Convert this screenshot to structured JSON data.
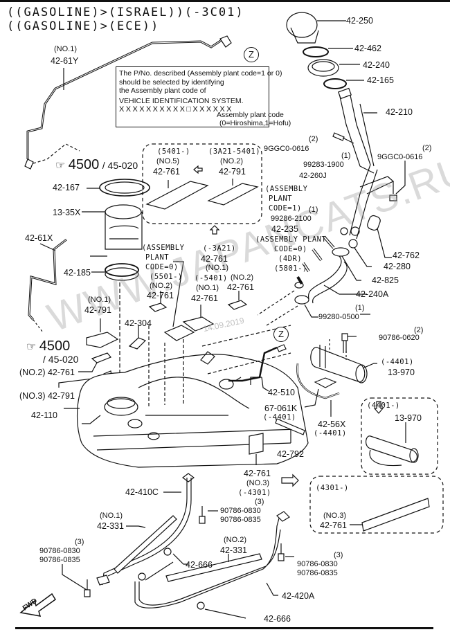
{
  "header": {
    "title_line1": "((GASOLINE)>(ISRAEL))(-3C01)",
    "title_line2": "((GASOLINE)>(ECE))"
  },
  "note": {
    "line1": "The P/No. described (Assembly plant code=1 or 0)",
    "line2": "should be selected by identifying",
    "line3": "the Assembly plant code of",
    "line4": "VEHICLE IDENTIFICATION SYSTEM.",
    "vin_pattern": "XXXXXXXXXX□XXXXXX",
    "sub1": "Assembly plant code",
    "sub2": "(0=Hiroshima,1=Hofu)"
  },
  "refs": {
    "ref1_big": "4500",
    "ref1_small": "/ 45-020",
    "ref2_big": "4500",
    "ref2_small": "/ 45-020",
    "z_top": "Z",
    "z_mid": "Z",
    "fwd": "FWD"
  },
  "watermark": {
    "text": "WWW.JAPANCATS.RU",
    "date": "14.09.2019"
  },
  "labels": {
    "p42_250": "42-250",
    "p42_462": "42-462",
    "p42_240": "42-240",
    "p42_165": "42-165",
    "p42_210": "42-210",
    "p42_61y_no": "(NO.1)",
    "p42_61y": "42-61Y",
    "p9ggc_l_qty": "(2)",
    "p9ggc_l": "9GGC0-0616",
    "p9ggc_r_qty": "(2)",
    "p9ggc_r": "9GGC0-0616",
    "p99283_qty": "(1)",
    "p99283": "99283-1900",
    "p42_260j": "42-260J",
    "box_a_code": "(5401-)",
    "box_a_no": "(NO.5)",
    "box_a_part": "42-761",
    "box_b_code": "(3A21-5401)",
    "box_b_no": "(NO.2)",
    "box_b_part": "42-791",
    "asm1_a": "(ASSEMBLY",
    "asm1_b": "PLANT",
    "asm1_c": "CODE=1)",
    "p99286_qty": "(1)",
    "p99286": "99286-2100",
    "p42_235": "42-235",
    "asm0r_a": "(ASSEMBLY PLANT",
    "asm0r_b": "CODE=0)",
    "asm0r_c": "(4DR)",
    "asm0r_d": "(5801-)",
    "p42_762": "42-762",
    "p42_280": "42-280",
    "p42_825": "42-825",
    "p42_240a": "42-240A",
    "p99280_qty": "(1)",
    "p99280": "99280-0500",
    "p42_167": "42-167",
    "p13_35x": "13-35X",
    "p42_61x": "42-61X",
    "p42_185": "42-185",
    "asm0l_a": "(ASSEMBLY",
    "asm0l_b": "PLANT",
    "asm0l_c": "CODE=0)",
    "asm0l_d": "(5501-)",
    "asm0l_no": "(NO.2)",
    "asm0l_part": "42-761",
    "c3a21_code": "(-3A21)",
    "c3a21_part": "42-761",
    "c3a21_no": "(NO.1)",
    "c5401_code": "(-5401)",
    "c5401_no": "(NO.1)",
    "c5401_part": "42-761",
    "cno2_no": "(NO.2)",
    "cno2_part": "42-761",
    "p42_791_no": "(NO.1)",
    "p42_791": "42-791",
    "p42_304": "42-304",
    "p42_761_no2": "(NO.2) 42-761",
    "p42_791_no3": "(NO.3) 42-791",
    "p42_110": "42-110",
    "p90786_0620_qty": "(2)",
    "p90786_0620": "90786-0620",
    "p13_970_code": "(-4401)",
    "p13_970": "13-970",
    "p42_510": "42-510",
    "p67_061k": "67-061K",
    "p67_061k_code": "(-4401)",
    "p42_56x": "42-56X",
    "p42_56x_code": "(-4401)",
    "box_c_code": "(4401-)",
    "box_c_part": "13-970",
    "p42_792": "42-792",
    "p42_761_no3": "42-761",
    "p42_761_no3_no": "(NO.3)",
    "p42_761_no3_code": "(-4301)",
    "box_d_code": "(4301-)",
    "box_d_no": "(NO.3)",
    "box_d_part": "42-761",
    "p42_410c": "42-410C",
    "bolt_c_qty": "(3)",
    "bolt_c_a": "90786-0830",
    "bolt_c_b": "90786-0835",
    "p42_331_1_no": "(NO.1)",
    "p42_331_1": "42-331",
    "bolt_l_qty": "(3)",
    "bolt_l_a": "90786-0830",
    "bolt_l_b": "90786-0835",
    "p42_666_a": "42-666",
    "p42_331_2_no": "(NO.2)",
    "p42_331_2": "42-331",
    "bolt_r_qty": "(3)",
    "bolt_r_a": "90786-0830",
    "bolt_r_b": "90786-0835",
    "p42_420a": "42-420A",
    "p42_666_b": "42-666"
  }
}
